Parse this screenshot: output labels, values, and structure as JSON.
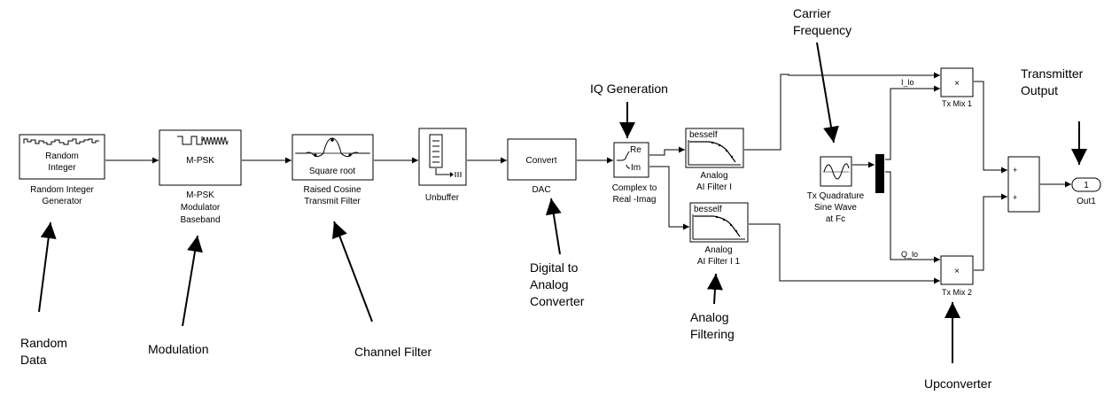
{
  "blocks": {
    "random_integer": {
      "line1": "Random",
      "line2": "Integer",
      "caption1": "Random Integer",
      "caption2": "Generator"
    },
    "mpsk": {
      "label": "M-PSK",
      "caption1": "M-PSK",
      "caption2": "Modulator",
      "caption3": "Baseband"
    },
    "rc_filter": {
      "label": "Square root",
      "caption1": "Raised Cosine",
      "caption2": "Transmit Filter"
    },
    "unbuffer": {
      "caption": "Unbuffer"
    },
    "convert": {
      "label": "Convert",
      "caption": "DAC"
    },
    "complex_to_real": {
      "re": "Re",
      "im": "Im",
      "caption1": "Complex to",
      "caption2": "Real -Imag"
    },
    "analog_filter_1": {
      "label": "besself",
      "caption1": "Analog",
      "caption2": "AI Filter I"
    },
    "analog_filter_2": {
      "label": "besself",
      "caption1": "Analog",
      "caption2": "AI Filter I 1"
    },
    "sine_wave": {
      "caption1": "Tx Quadrature",
      "caption2": "Sine Wave",
      "caption3": "at Fc"
    },
    "tx_mix_1": {
      "symbol": "×",
      "caption": "Tx Mix  1"
    },
    "tx_mix_2": {
      "symbol": "×",
      "caption": "Tx Mix  2"
    },
    "sum": {
      "plus1": "+",
      "plus2": "+"
    },
    "outport": {
      "number": "1",
      "caption": "Out1"
    }
  },
  "signals": {
    "i_lo": "I_lo",
    "q_lo": "Q_lo"
  },
  "annotations": {
    "random_data": [
      "Random",
      "Data"
    ],
    "modulation": [
      "Modulation"
    ],
    "channel_filter": [
      "Channel Filter"
    ],
    "dac": [
      "Digital to",
      "Analog",
      "Converter"
    ],
    "iq_generation": [
      "IQ Generation"
    ],
    "analog_filtering": [
      "Analog",
      "Filtering"
    ],
    "carrier_frequency": [
      "Carrier",
      "Frequency"
    ],
    "transmitter_output": [
      "Transmitter",
      "Output"
    ],
    "upconverter": [
      "Upconverter"
    ]
  }
}
